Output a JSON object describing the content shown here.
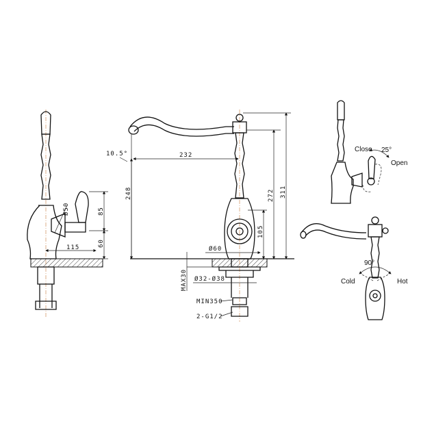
{
  "dimensions": {
    "spout_angle": "10.5°",
    "spout_reach": "232",
    "spout_height": "248",
    "body_height": "272",
    "total_height": "311",
    "handle_height": "105",
    "base_diameter": "Ø60",
    "max_counter": "MAX30",
    "hole_diameter": "Ø32-Ø38",
    "hose_length": "MIN350",
    "connection": "2-G1/2",
    "handle_diameter": "Ø50",
    "handle_reach": "115",
    "handle_upper": "85",
    "handle_lower": "60"
  },
  "operation": {
    "close": "Close",
    "open": "Open",
    "open_angle": "25°",
    "rotation_angle": "90°",
    "cold": "Cold",
    "hot": "Hot"
  }
}
